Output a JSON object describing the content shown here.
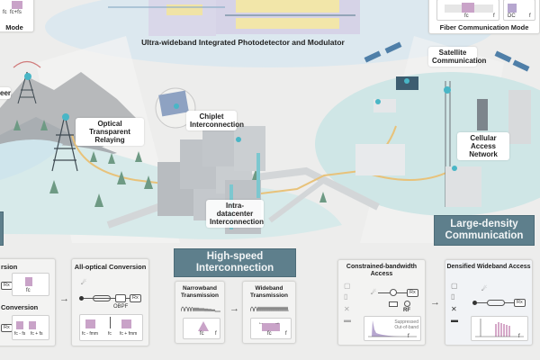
{
  "top": {
    "left_mode_caption": "Mode",
    "fiber_mode_caption": "Fiber Communication Mode",
    "fiber_axis": {
      "center_label": "fc",
      "axis_label": "f",
      "dc_label": "DC"
    },
    "left_axis": {
      "label1": "fc",
      "label2": "fc+fs",
      "axis_label": "f"
    },
    "chip_caption": "Ultra-wideband Integrated Photodetector and Modulator"
  },
  "scene_labels": {
    "left_partial": "eer",
    "optical_relaying": "Optical Transparent Relaying",
    "chiplet": "Chiplet Interconnection",
    "intra_datacenter": "Intra-datacenter Interconnection",
    "satellite": "Satellite Communication",
    "cellular": "Cellular Access Network"
  },
  "section_headers": {
    "high_speed": "High-speed Interconnection",
    "large_density": "Large-density Communication"
  },
  "panels": {
    "conversion_partial": {
      "title1": "rsion",
      "title2": "Conversion",
      "rx": "Rx",
      "axis1": {
        "label": "fc",
        "axis": "f"
      },
      "axis2": {
        "label1": "fc - fs",
        "label2": "fc + fs",
        "axis": "f"
      }
    },
    "all_optical": {
      "title": "All-optical Conversion",
      "filter": "OBPF",
      "rx": "Rx",
      "axis": {
        "label1": "fc - fmm",
        "label2": "fc",
        "label3": "fc + fmm",
        "axis": "f"
      }
    },
    "narrowband": {
      "title": "Narrowband Transmission",
      "axis": {
        "label": "fc",
        "axis": "f"
      }
    },
    "wideband": {
      "title": "Wideband Transmission",
      "axis": {
        "label": "fc",
        "axis": "f"
      }
    },
    "constrained": {
      "title": "Constrained-bandwidth Access",
      "rx": "Rx",
      "rf": "RF",
      "annotation": "Suppressed Out-of-band",
      "axis": {
        "label": "f",
        "axis": "f"
      }
    },
    "densified": {
      "title": "Densified Wideband Access",
      "rx": "Rx",
      "axis": {
        "label": "f",
        "axis": "f"
      }
    }
  },
  "colors": {
    "header_bg": "#5e7f8c",
    "spectrum_purple": "#c9a3c8",
    "teal_ground": "#cfe6e6",
    "optical_link": "#e8c27a",
    "node_glow": "#49b6c6"
  }
}
